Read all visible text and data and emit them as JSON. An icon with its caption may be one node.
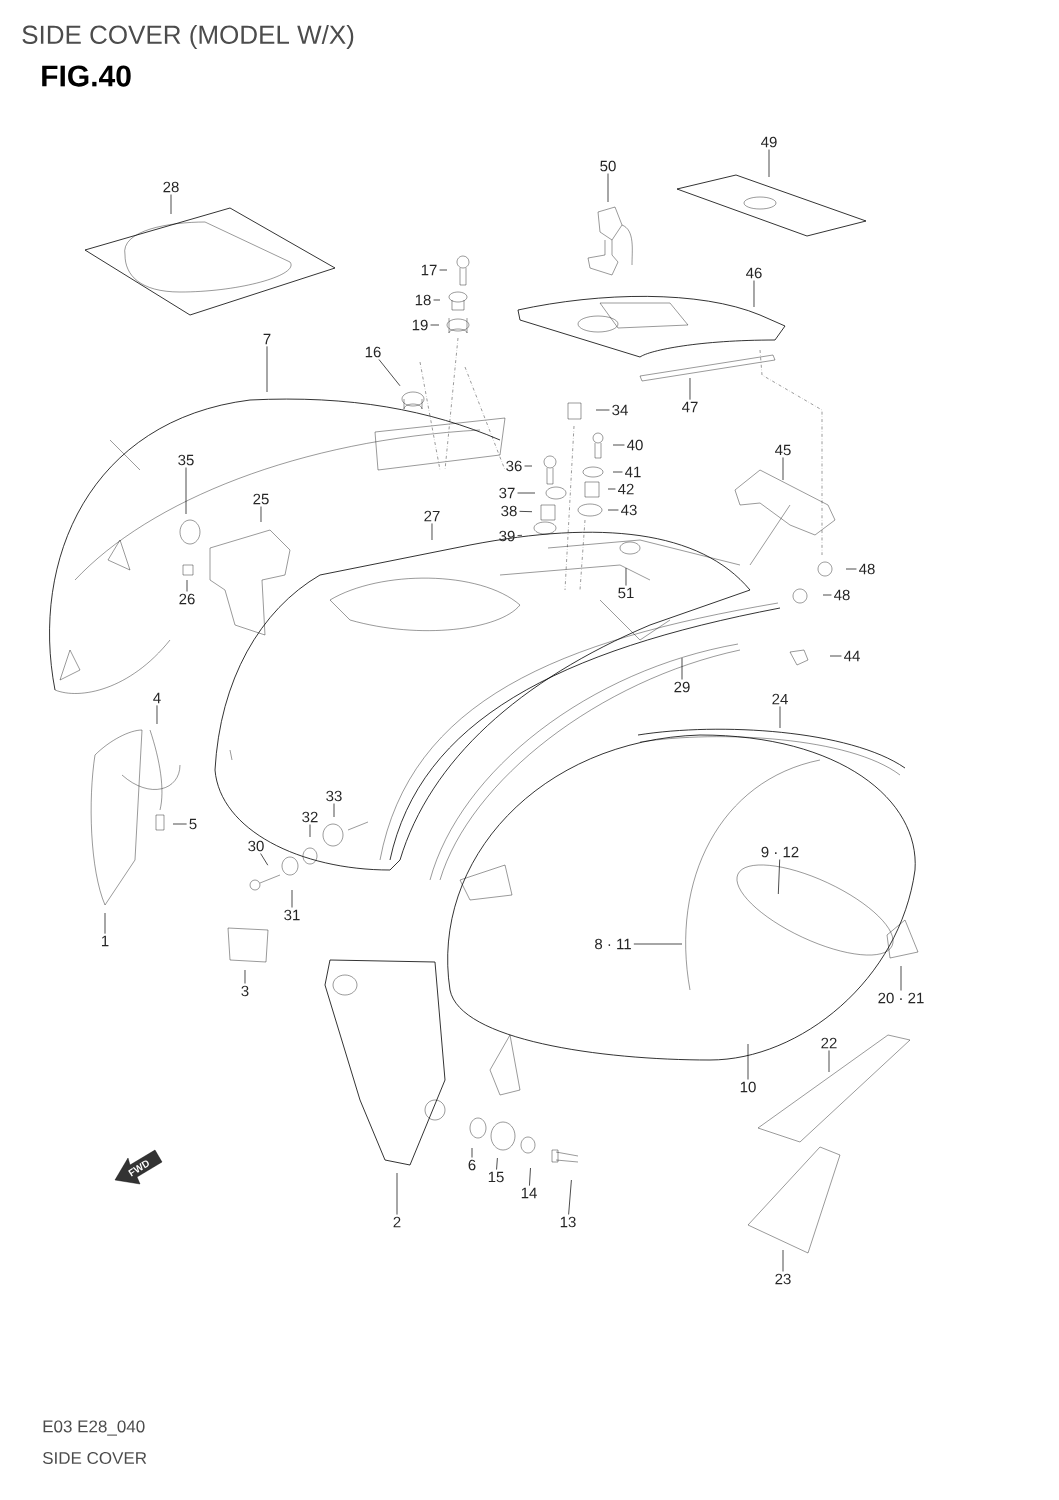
{
  "diagram": {
    "title": "SIDE COVER (MODEL W/X)",
    "nodes": [
      {
        "text": [
          "49"
        ]
      },
      {
        "text": [
          "50"
        ]
      },
      {
        "text": [
          "28"
        ]
      },
      {
        "text": [
          "17"
        ]
      },
      {
        "text": [
          "46"
        ]
      },
      {
        "text": [
          "18"
        ]
      },
      {
        "text": [
          "19"
        ]
      },
      {
        "text": [
          "7"
        ]
      },
      {
        "text": [
          "16"
        ]
      },
      {
        "text": [
          "47"
        ]
      },
      {
        "text": [
          "34"
        ]
      },
      {
        "text": [
          "40"
        ]
      },
      {
        "text": [
          "45"
        ]
      },
      {
        "text": [
          "35"
        ]
      },
      {
        "text": [
          "36"
        ]
      },
      {
        "text": [
          "41"
        ]
      },
      {
        "text": [
          "42"
        ]
      },
      {
        "text": [
          "37"
        ]
      },
      {
        "text": [
          "25"
        ]
      },
      {
        "text": [
          "38"
        ]
      },
      {
        "text": [
          "43"
        ]
      },
      {
        "text": [
          "27"
        ]
      },
      {
        "text": [
          "39"
        ]
      },
      {
        "text": [
          "48"
        ]
      },
      {
        "text": [
          "51"
        ]
      },
      {
        "text": [
          "48"
        ]
      },
      {
        "text": [
          "26"
        ]
      },
      {
        "text": [
          "44"
        ]
      },
      {
        "text": [
          "29"
        ]
      },
      {
        "text": [
          "4"
        ]
      },
      {
        "text": [
          "24"
        ]
      },
      {
        "text": [
          "33"
        ]
      },
      {
        "text": [
          "32"
        ]
      },
      {
        "text": [
          "5"
        ]
      },
      {
        "text": [
          "30"
        ]
      },
      {
        "text": [
          "9 · 12"
        ]
      },
      {
        "text": [
          "31"
        ]
      },
      {
        "text": [
          "1"
        ]
      },
      {
        "text": [
          "8 · 11"
        ]
      },
      {
        "text": [
          "3"
        ]
      },
      {
        "text": [
          "20 · 21"
        ]
      },
      {
        "text": [
          "22"
        ]
      },
      {
        "text": [
          "10"
        ]
      },
      {
        "text": [
          "6"
        ]
      },
      {
        "text": [
          "15"
        ]
      },
      {
        "text": [
          "14"
        ]
      },
      {
        "text": [
          "2"
        ]
      },
      {
        "text": [
          "13"
        ]
      },
      {
        "text": [
          "23"
        ]
      }
    ],
    "edges": [
      {
        "from": 0,
        "to": null,
        "arrow": "none"
      },
      {
        "from": 1,
        "to": null,
        "arrow": "none"
      },
      {
        "from": 2,
        "to": null,
        "arrow": "none"
      },
      {
        "from": 3,
        "to": null,
        "arrow": "none"
      },
      {
        "from": 4,
        "to": null,
        "arrow": "none"
      },
      {
        "from": 5,
        "to": null,
        "arrow": "none"
      },
      {
        "from": 6,
        "to": null,
        "arrow": "none"
      },
      {
        "from": 7,
        "to": null,
        "arrow": "none"
      },
      {
        "from": 8,
        "to": null,
        "arrow": "none"
      },
      {
        "from": 9,
        "to": null,
        "arrow": "none"
      },
      {
        "from": 10,
        "to": null,
        "arrow": "none"
      },
      {
        "from": 11,
        "to": null,
        "arrow": "none"
      },
      {
        "from": 12,
        "to": null,
        "arrow": "none"
      },
      {
        "from": 13,
        "to": null,
        "arrow": "none"
      },
      {
        "from": 14,
        "to": null,
        "arrow": "none"
      },
      {
        "from": 15,
        "to": null,
        "arrow": "none"
      },
      {
        "from": 16,
        "to": null,
        "arrow": "none"
      },
      {
        "from": 17,
        "to": null,
        "arrow": "none"
      },
      {
        "from": 18,
        "to": null,
        "arrow": "none"
      },
      {
        "from": 19,
        "to": null,
        "arrow": "none"
      },
      {
        "from": 20,
        "to": null,
        "arrow": "none"
      },
      {
        "from": 21,
        "to": null,
        "arrow": "none"
      },
      {
        "from": 22,
        "to": null,
        "arrow": "none"
      },
      {
        "from": 23,
        "to": null,
        "arrow": "none"
      },
      {
        "from": 24,
        "to": null,
        "arrow": "none"
      },
      {
        "from": 25,
        "to": null,
        "arrow": "none"
      },
      {
        "from": 26,
        "to": null,
        "arrow": "none"
      },
      {
        "from": 27,
        "to": null,
        "arrow": "none"
      },
      {
        "from": 28,
        "to": null,
        "arrow": "none"
      },
      {
        "from": 29,
        "to": null,
        "arrow": "none"
      },
      {
        "from": 30,
        "to": null,
        "arrow": "none"
      },
      {
        "from": 31,
        "to": null,
        "arrow": "none"
      },
      {
        "from": 32,
        "to": null,
        "arrow": "none"
      },
      {
        "from": 33,
        "to": null,
        "arrow": "none"
      },
      {
        "from": 34,
        "to": null,
        "arrow": "none"
      },
      {
        "from": 35,
        "to": null,
        "arrow": "none"
      },
      {
        "from": 36,
        "to": null,
        "arrow": "none"
      },
      {
        "from": 37,
        "to": null,
        "arrow": "none"
      },
      {
        "from": 38,
        "to": null,
        "arrow": "none"
      },
      {
        "from": 39,
        "to": null,
        "arrow": "none"
      },
      {
        "from": 40,
        "to": null,
        "arrow": "none"
      },
      {
        "from": 41,
        "to": null,
        "arrow": "none"
      },
      {
        "from": 42,
        "to": null,
        "arrow": "none"
      },
      {
        "from": 43,
        "to": null,
        "arrow": "none"
      },
      {
        "from": 44,
        "to": null,
        "arrow": "none"
      },
      {
        "from": 45,
        "to": null,
        "arrow": "none"
      },
      {
        "from": 46,
        "to": null,
        "arrow": "none"
      },
      {
        "from": 47,
        "to": null,
        "arrow": "none"
      },
      {
        "from": 48,
        "to": null,
        "arrow": "none"
      }
    ],
    "labels": [
      "FIG.40",
      "FWD",
      "E03 E28_040",
      "SIDE COVER"
    ]
  }
}
